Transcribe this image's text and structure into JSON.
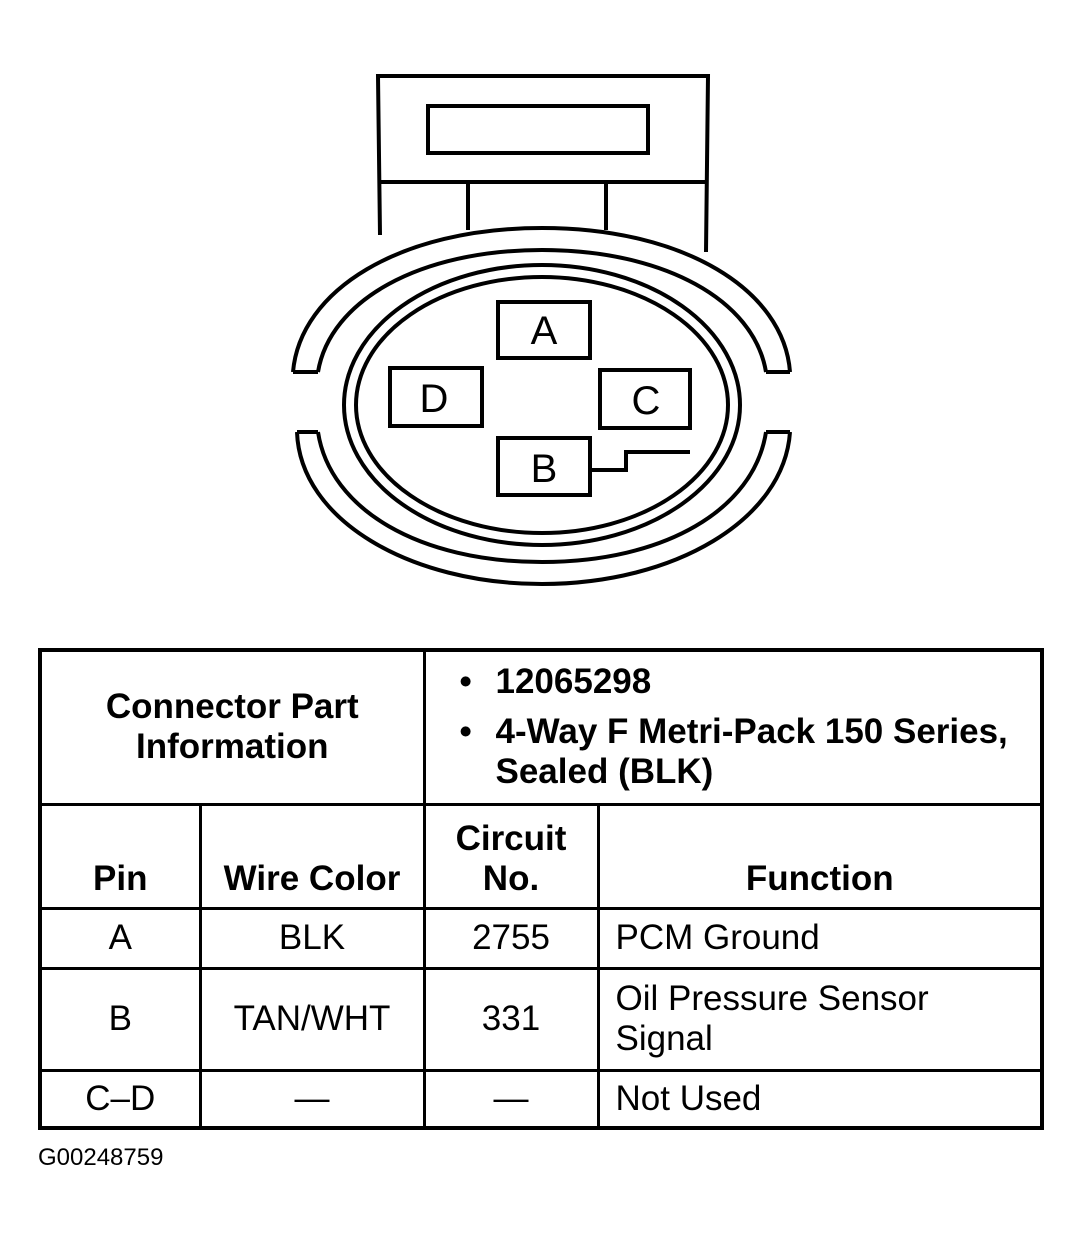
{
  "connector": {
    "cavities": [
      {
        "label": "A"
      },
      {
        "label": "B"
      },
      {
        "label": "C"
      },
      {
        "label": "D"
      }
    ]
  },
  "part_info": {
    "label": "Connector Part Information",
    "bullet_glyph": "•",
    "items": [
      {
        "text": "12065298"
      },
      {
        "text": "4-Way F Metri-Pack 150 Series, Sealed (BLK)"
      }
    ]
  },
  "table": {
    "headers": {
      "pin": "Pin",
      "wire_color": "Wire Color",
      "circuit": "Circuit No.",
      "function": "Function"
    },
    "rows": [
      {
        "pin": "A",
        "wire_color": "BLK",
        "circuit": "2755",
        "function": "PCM Ground"
      },
      {
        "pin": "B",
        "wire_color": "TAN/WHT",
        "circuit": "331",
        "function": "Oil Pressure Sensor Signal"
      },
      {
        "pin": "C–D",
        "wire_color": "—",
        "circuit": "—",
        "function": "Not Used"
      }
    ]
  },
  "figure_id": "G00248759"
}
